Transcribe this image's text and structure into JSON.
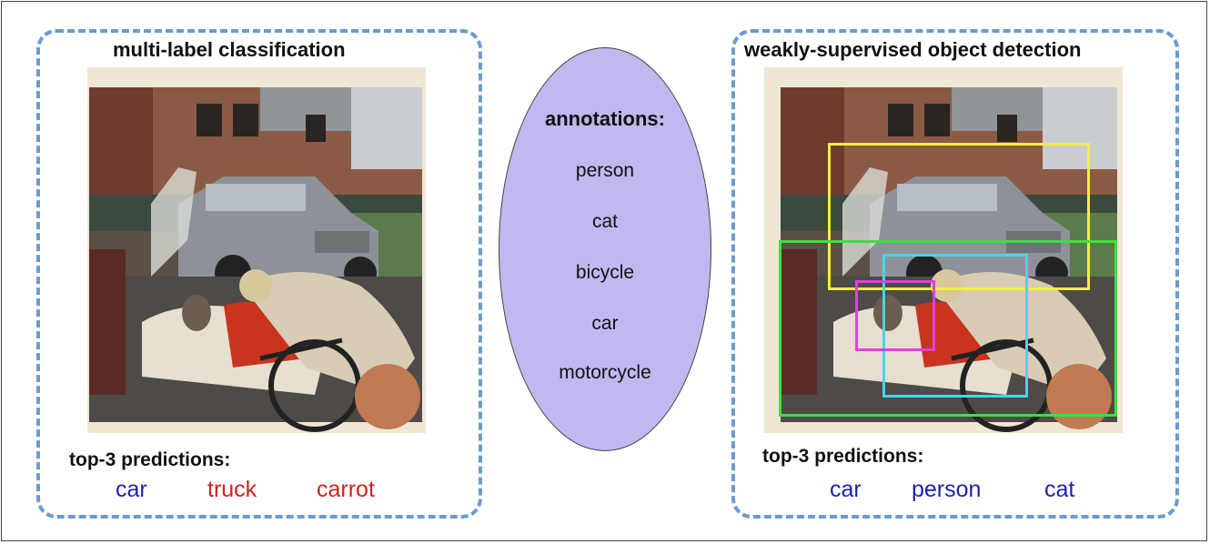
{
  "left_panel": {
    "title": "multi-label classification",
    "predictions_heading": "top-3 predictions:",
    "predictions": [
      {
        "label": "car",
        "color": "#1d1fae"
      },
      {
        "label": "truck",
        "color": "#d42020"
      },
      {
        "label": "carrot",
        "color": "#d42020"
      }
    ]
  },
  "annotations": {
    "title": "annotations:",
    "items": [
      "person",
      "cat",
      "bicycle",
      "car",
      "motorcycle"
    ],
    "fill_color": "#c2b8f0"
  },
  "right_panel": {
    "title": "weakly-supervised object detection",
    "predictions_heading": "top-3 predictions:",
    "predictions": [
      {
        "label": "car",
        "color": "#1d1fae"
      },
      {
        "label": "person",
        "color": "#1d1fae"
      },
      {
        "label": "cat",
        "color": "#1d1fae"
      }
    ],
    "bounding_boxes": [
      {
        "object": "car",
        "color": "#f5ef3a"
      },
      {
        "object": "motorcycle",
        "color": "#3ee03e"
      },
      {
        "object": "person",
        "color": "#40d8e8"
      },
      {
        "object": "cat",
        "color": "#e040e0"
      }
    ]
  },
  "colors": {
    "panel_border": "#6a9ccc",
    "correct_prediction": "#1d1fae",
    "wrong_prediction": "#d42020"
  }
}
